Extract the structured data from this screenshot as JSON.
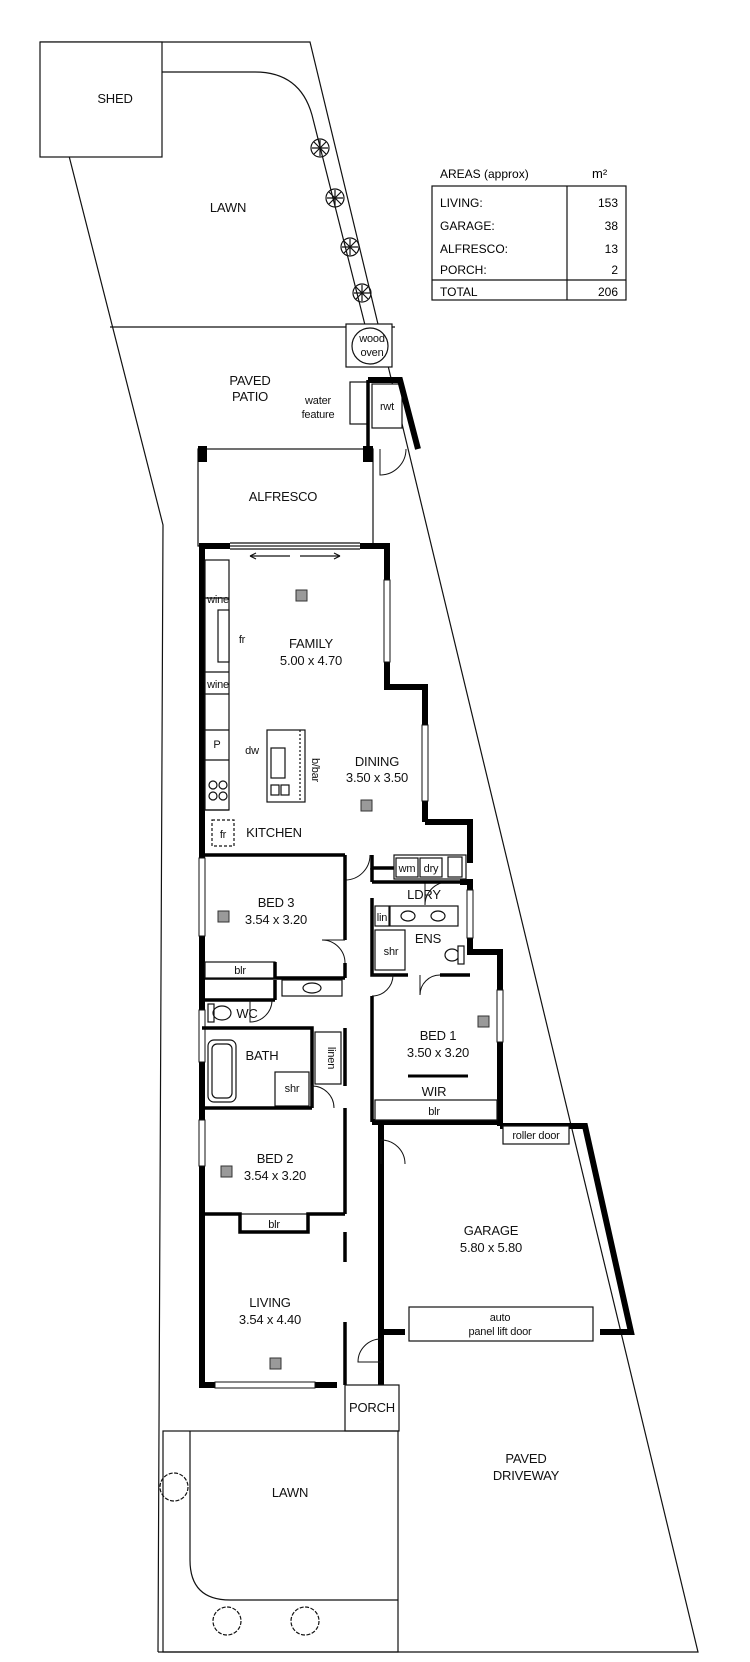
{
  "areas_table": {
    "header_label": "AREAS (approx)",
    "header_unit": "m²",
    "rows": [
      {
        "name": "LIVING:",
        "value": "153"
      },
      {
        "name": "GARAGE:",
        "value": "38"
      },
      {
        "name": "ALFRESCO:",
        "value": "13"
      },
      {
        "name": "PORCH:",
        "value": "2"
      }
    ],
    "total": {
      "name": "TOTAL",
      "value": "206"
    }
  },
  "labels": {
    "shed": "SHED",
    "lawn_rear": "LAWN",
    "wood_oven_1": "wood",
    "wood_oven_2": "oven",
    "paved_patio_1": "PAVED",
    "paved_patio_2": "PATIO",
    "water_feature_1": "water",
    "water_feature_2": "feature",
    "rwt": "rwt",
    "alfresco": "ALFRESCO",
    "family_name": "FAMILY",
    "family_size": "5.00 x 4.70",
    "wine_1": "wine",
    "wine_2": "wine",
    "fr_1": "fr",
    "p": "P",
    "dw": "dw",
    "bbar": "b/bar",
    "dining_name": "DINING",
    "dining_size": "3.50 x 3.50",
    "fr_2": "fr",
    "kitchen": "KITCHEN",
    "wm": "wm",
    "dry": "dry",
    "ldry": "LDRY",
    "bed3_name": "BED 3",
    "bed3_size": "3.54 x 3.20",
    "blr_1": "blr",
    "lin": "lin",
    "ens": "ENS",
    "shr_1": "shr",
    "wc": "WC",
    "bath": "BATH",
    "shr_2": "shr",
    "linen": "linen",
    "bed1_name": "BED 1",
    "bed1_size": "3.50 x 3.20",
    "wir": "WIR",
    "blr_2": "blr",
    "bed2_name": "BED 2",
    "bed2_size": "3.54 x 3.20",
    "blr_3": "blr",
    "roller_door": "roller door",
    "garage_name": "GARAGE",
    "garage_size": "5.80 x 5.80",
    "auto_door_1": "auto",
    "auto_door_2": "panel lift door",
    "living_name": "LIVING",
    "living_size": "3.54 x 4.40",
    "porch": "PORCH",
    "lawn_front": "LAWN",
    "paved_driveway_1": "PAVED",
    "paved_driveway_2": "DRIVEWAY"
  }
}
